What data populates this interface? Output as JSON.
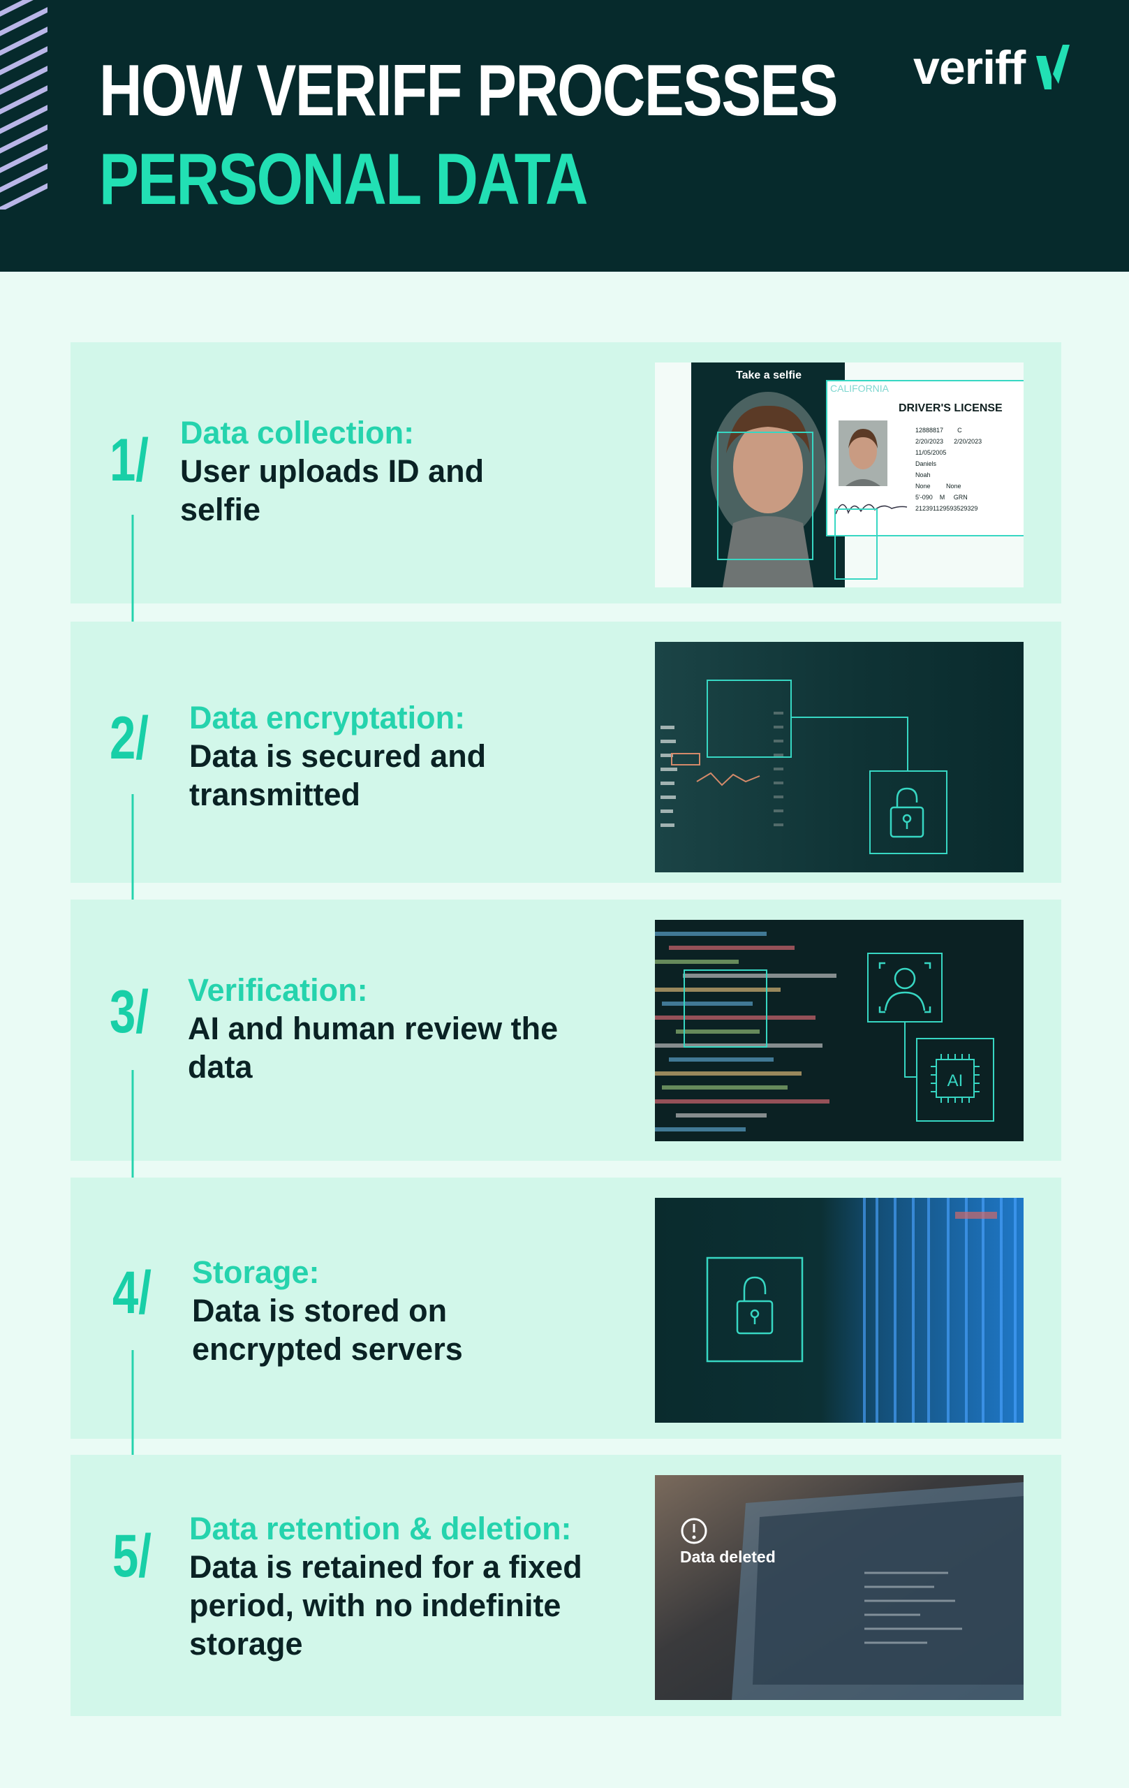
{
  "header": {
    "title_line1": "HOW VERIFF PROCESSES",
    "title_line2": "PERSONAL DATA",
    "brand": "veriff"
  },
  "steps": [
    {
      "number": "1/",
      "label": "Data collection:",
      "text": "User uploads ID and selfie"
    },
    {
      "number": "2/",
      "label": "Data encryptation:",
      "text": "Data is secured and transmitted"
    },
    {
      "number": "3/",
      "label": "Verification:",
      "text": "AI and human review the data"
    },
    {
      "number": "4/",
      "label": "Storage:",
      "text": "Data is stored on encrypted servers"
    },
    {
      "number": "5/",
      "label": "Data retention & deletion:",
      "text": "Data is retained for a fixed period, with no indefinite storage"
    }
  ],
  "step1_image": {
    "selfie_prompt": "Take a selfie",
    "license_state": "CALIFORNIA",
    "license_title": "DRIVER'S LICENSE",
    "license_fields": [
      "12888817",
      "C",
      "2/20/2023",
      "2/20/2023",
      "11/05/2005",
      "Daniels",
      "Noah",
      "None",
      "None",
      "M",
      "5'-090",
      "GRN",
      "2123911295935293​29"
    ]
  },
  "step3_image": {
    "ai_label": "AI"
  },
  "step5_image": {
    "status": "Data deleted"
  },
  "colors": {
    "header_bg": "#062a2c",
    "accent": "#22e0b4",
    "panel_bg": "#d2f7ea",
    "page_bg": "#eafbf5",
    "text_dark": "#0a2224"
  },
  "icons": [
    "veriff-check-icon",
    "lock-icon",
    "person-icon",
    "ai-chip-icon",
    "alert-icon",
    "down-arrow-icon"
  ]
}
